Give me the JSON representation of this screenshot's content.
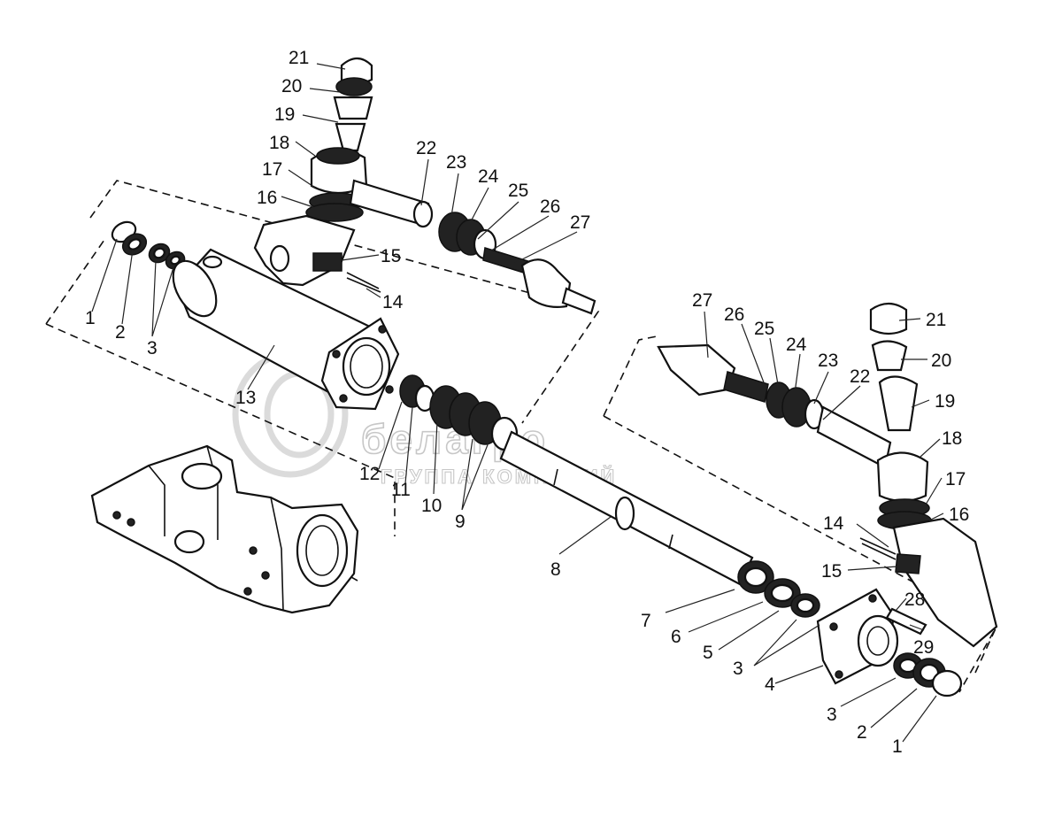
{
  "colors": {
    "ink": "#111111",
    "paper": "#ffffff",
    "watermark": "#bfbfbf"
  },
  "watermark": {
    "brand": "белагро",
    "subtitle": "ГРУППА КОМПАНИЙ"
  },
  "callouts": [
    {
      "id": "l21a",
      "text": "21"
    },
    {
      "id": "l20a",
      "text": "20"
    },
    {
      "id": "l19a",
      "text": "19"
    },
    {
      "id": "l18a",
      "text": "18"
    },
    {
      "id": "l17a",
      "text": "17"
    },
    {
      "id": "l16a",
      "text": "16"
    },
    {
      "id": "l22a",
      "text": "22"
    },
    {
      "id": "l23a",
      "text": "23"
    },
    {
      "id": "l24a",
      "text": "24"
    },
    {
      "id": "l25a",
      "text": "25"
    },
    {
      "id": "l26a",
      "text": "26"
    },
    {
      "id": "l27a",
      "text": "27"
    },
    {
      "id": "l15a",
      "text": "15"
    },
    {
      "id": "l14a",
      "text": "14"
    },
    {
      "id": "l1a",
      "text": "1"
    },
    {
      "id": "l2a",
      "text": "2"
    },
    {
      "id": "l3a",
      "text": "3"
    },
    {
      "id": "l13",
      "text": "13"
    },
    {
      "id": "l12",
      "text": "12"
    },
    {
      "id": "l11",
      "text": "11"
    },
    {
      "id": "l10",
      "text": "10"
    },
    {
      "id": "l9",
      "text": "9"
    },
    {
      "id": "l8",
      "text": "8"
    },
    {
      "id": "l27b",
      "text": "27"
    },
    {
      "id": "l26b",
      "text": "26"
    },
    {
      "id": "l25b",
      "text": "25"
    },
    {
      "id": "l24b",
      "text": "24"
    },
    {
      "id": "l23b",
      "text": "23"
    },
    {
      "id": "l22b",
      "text": "22"
    },
    {
      "id": "l21b",
      "text": "21"
    },
    {
      "id": "l20b",
      "text": "20"
    },
    {
      "id": "l19b",
      "text": "19"
    },
    {
      "id": "l18b",
      "text": "18"
    },
    {
      "id": "l17b",
      "text": "17"
    },
    {
      "id": "l16b",
      "text": "16"
    },
    {
      "id": "l14b",
      "text": "14"
    },
    {
      "id": "l15b",
      "text": "15"
    },
    {
      "id": "l28",
      "text": "28"
    },
    {
      "id": "l29",
      "text": "29"
    },
    {
      "id": "l7",
      "text": "7"
    },
    {
      "id": "l6",
      "text": "6"
    },
    {
      "id": "l5",
      "text": "5"
    },
    {
      "id": "l3b",
      "text": "3"
    },
    {
      "id": "l4",
      "text": "4"
    },
    {
      "id": "l3c",
      "text": "3"
    },
    {
      "id": "l2b",
      "text": "2"
    },
    {
      "id": "l1b",
      "text": "1"
    }
  ]
}
